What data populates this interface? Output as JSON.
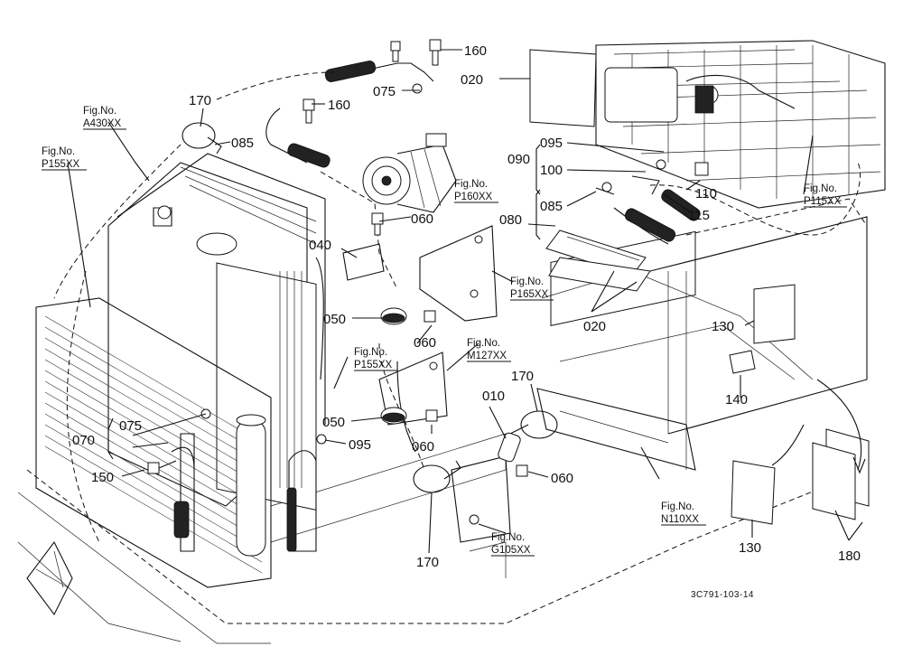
{
  "diagram": {
    "callouts": {
      "c160a": "160",
      "c160b": "160",
      "c020a": "020",
      "c075a": "075",
      "c170a": "170",
      "c085a": "085",
      "c095a": "095",
      "c090": "090",
      "c100": "100",
      "c085b": "085",
      "c110": "110",
      "c115": "115",
      "c080": "080",
      "c060a": "060",
      "c040": "040",
      "c050a": "050",
      "c060b": "060",
      "c020b": "020",
      "c130a": "130",
      "c140": "140",
      "c050b": "050",
      "c095b": "095",
      "c060c": "060",
      "c010": "010",
      "c170b": "170",
      "c060d": "060",
      "c070": "070",
      "c075b": "075",
      "c150": "150",
      "c170c": "170",
      "c130b": "130",
      "c180": "180"
    },
    "fig_refs": {
      "a430": {
        "label": "Fig.No.",
        "code": "A430XX"
      },
      "p155a": {
        "label": "Fig.No.",
        "code": "P155XX"
      },
      "p160": {
        "label": "Fig.No.",
        "code": "P160XX"
      },
      "p115": {
        "label": "Fig.No.",
        "code": "P115XX"
      },
      "p165": {
        "label": "Fig.No.",
        "code": "P165XX"
      },
      "p155b": {
        "label": "Fig.No.",
        "code": "P155XX"
      },
      "m127": {
        "label": "Fig.No.",
        "code": "M127XX"
      },
      "n110": {
        "label": "Fig.No.",
        "code": "N110XX"
      },
      "g105": {
        "label": "Fig.No.",
        "code": "G105XX"
      }
    },
    "drawing_code": "3C791-103-14"
  }
}
